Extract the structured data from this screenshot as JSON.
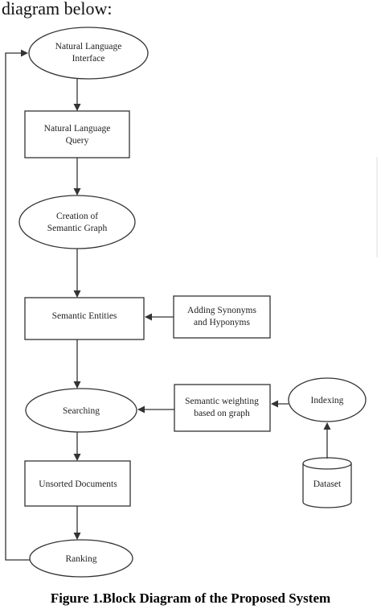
{
  "intro_text": "diagram below:",
  "caption": "Figure 1.Block Diagram of the Proposed System",
  "nodes": {
    "nl_interface": {
      "line1": "Natural Language",
      "line2": "Interface"
    },
    "nl_query": {
      "line1": "Natural Language",
      "line2": "Query"
    },
    "semantic_graph": {
      "line1": "Creation of",
      "line2": "Semantic Graph"
    },
    "semantic_entities": {
      "line1": "Semantic Entities"
    },
    "synonyms": {
      "line1": "Adding Synonyms",
      "line2": "and Hyponyms"
    },
    "searching": {
      "line1": "Searching"
    },
    "semantic_weighting": {
      "line1": "Semantic weighting",
      "line2": "based on graph"
    },
    "indexing": {
      "line1": "Indexing"
    },
    "dataset": {
      "line1": "Dataset"
    },
    "unsorted_documents": {
      "line1": "Unsorted Documents"
    },
    "ranking": {
      "line1": "Ranking"
    }
  },
  "colors": {
    "stroke": "#333333",
    "text": "#222222",
    "background": "#ffffff"
  }
}
